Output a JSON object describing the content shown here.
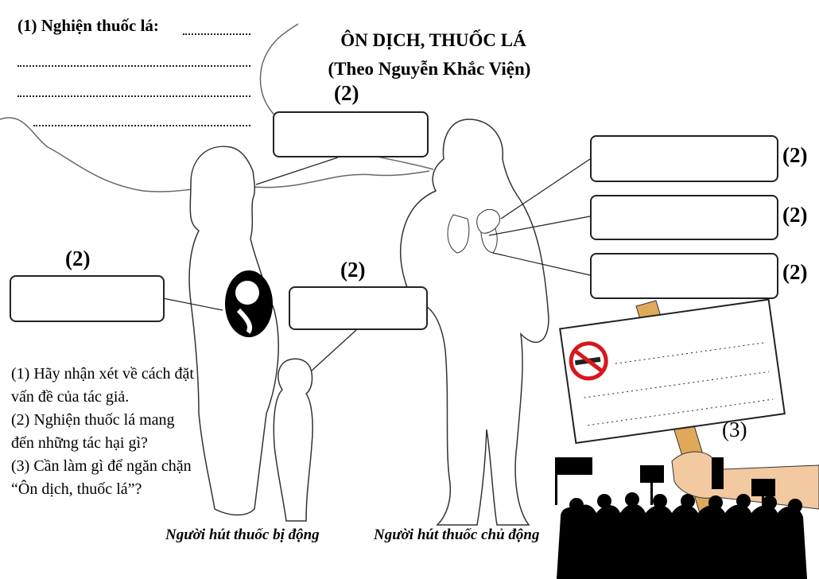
{
  "header": {
    "prompt_label": "(1) Nghiện thuốc lá:"
  },
  "title": {
    "main": "ÔN DỊCH, THUỐC LÁ",
    "subtitle": "(Theo Nguyễn Khắc Viện)"
  },
  "labels": {
    "mouth_box": "(2)",
    "fetus_box": "(2)",
    "child_box": "(2)",
    "heart_box": "(2)",
    "lung_box": "(2)",
    "stomach_box": "(2)",
    "sign": "(3)"
  },
  "questions": [
    "(1) Hãy nhận xét về cách đặt vấn đề của tác giả.",
    "(2) Nghiện thuốc lá mang đến những tác hại gì?",
    "(3) Cần làm gì để ngăn chặn “Ôn dịch, thuốc lá”?"
  ],
  "captions": {
    "passive": "Người hút thuốc bị động",
    "active": "Người hút thuốc chủ động"
  },
  "icons": [
    "no-smoking-icon"
  ],
  "colors": {
    "no_smoking_red": "#d8161d",
    "skin": "#f2c9a0",
    "stick": "#e0a95a"
  }
}
